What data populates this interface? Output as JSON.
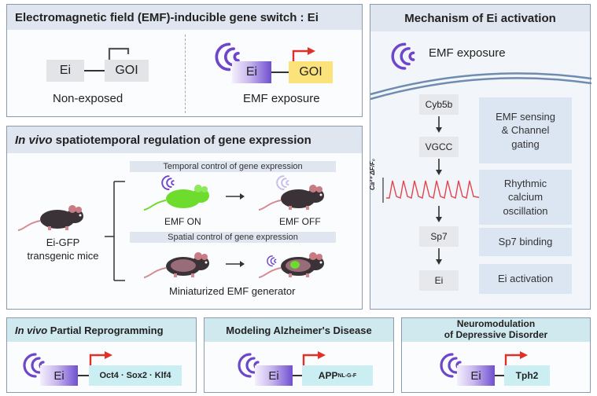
{
  "switch_panel": {
    "title": "Electromagnetic field (EMF)-inducible gene switch : Ei",
    "ei": "Ei",
    "goi": "GOI",
    "non_exposed": "Non-exposed",
    "emf_exposure": "EMF exposure"
  },
  "invivo_panel": {
    "title_italic": "In vivo",
    "title_rest": " spatiotemporal regulation of gene expression",
    "temporal_bar": "Temporal control of gene expression",
    "spatial_bar": "Spatial control of gene expression",
    "emf_on": "EMF ON",
    "emf_off": "EMF OFF",
    "mice_line1": "Ei-GFP",
    "mice_line2": "transgenic mice",
    "generator": "Miniaturized EMF generator"
  },
  "mechanism_panel": {
    "title": "Mechanism of Ei activation",
    "exposure": "EMF exposure",
    "steps": [
      "Cyb5b",
      "VGCC",
      "Sp7",
      "Ei"
    ],
    "trace_label": "Ca²⁺ ΔF/F₀",
    "descriptions": [
      "EMF sensing\n& Channel\ngating",
      "Rhythmic\ncalcium\noscillation",
      "Sp7 binding",
      "Ei activation"
    ]
  },
  "bottom_panels": [
    {
      "title_italic": "In vivo",
      "title_rest": " Partial Reprogramming",
      "ei": "Ei",
      "genes": "Oct4 · Sox2 · Klf4"
    },
    {
      "title_italic": "",
      "title_rest": "Modeling Alzheimer's Disease",
      "ei": "Ei",
      "gene_main": "APP",
      "gene_sup": "NL-G-F"
    },
    {
      "title_line1": "Neuromodulation",
      "title_line2": "of Depressive Disorder",
      "ei": "Ei",
      "gene": "Tph2"
    }
  ],
  "colors": {
    "panel_border": "#8a9aae",
    "header_bg": "#dfe6f0",
    "teal_header_bg": "#cfe9ef",
    "ei_purple": "#6f4fcf",
    "goi_gold": "#fce27a",
    "arrow_red": "#e0302a",
    "wave_purple": "#6d46c9",
    "trace_red": "#e3434a",
    "mouse_green": "#6ddc2c"
  },
  "icons": [
    "emf-wave-icon",
    "promoter-arrow-icon",
    "repressed-promoter-icon",
    "mouse-icon",
    "down-arrow-icon",
    "right-arrow-icon",
    "calcium-trace-icon"
  ]
}
